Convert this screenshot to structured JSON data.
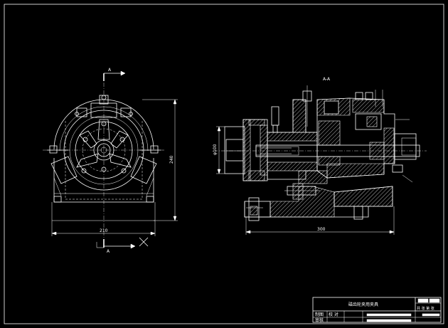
{
  "section_marks": {
    "front_top": "A",
    "front_bottom": "A",
    "section_title": "A-A"
  },
  "dimensions": {
    "front_width": "210",
    "front_height": "240",
    "side_diameter": "φ100",
    "side_length": "300"
  },
  "title_block": {
    "drawing_name": "磁齿轮夹用夹具",
    "row_drawn": "制图",
    "row_drawn_2": "校 对",
    "row_checked": "审核",
    "sheet_marks": "共 张 第 张"
  },
  "colors": {
    "background": "#000000",
    "lines": "#ffffff"
  }
}
